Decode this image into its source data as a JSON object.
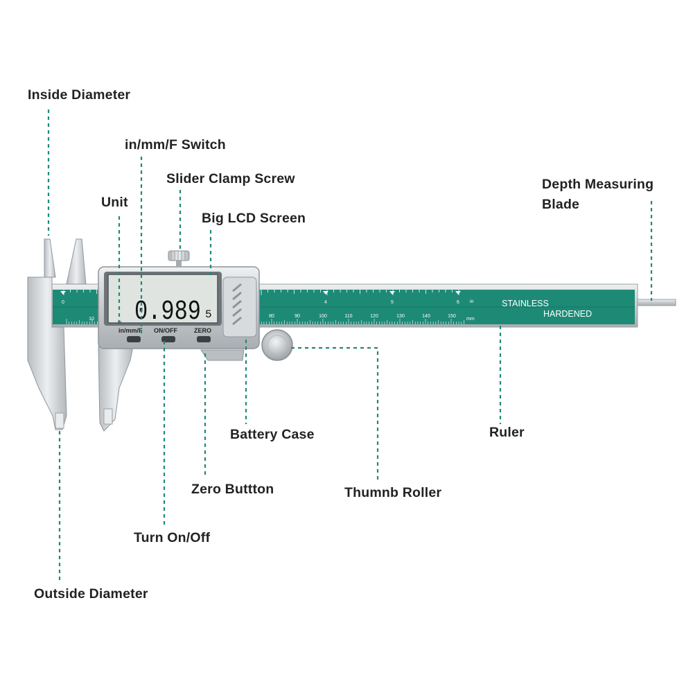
{
  "labels": {
    "inside_diameter": "Inside Diameter",
    "switch": "in/mm/F Switch",
    "clamp_screw": "Slider Clamp Screw",
    "unit": "Unit",
    "lcd_screen": "Big LCD Screen",
    "depth_blade_line1": "Depth Measuring",
    "depth_blade_line2": "Blade",
    "battery_case": "Battery Case",
    "ruler": "Ruler",
    "zero_button": "Zero Buttton",
    "thumb_roller": "Thumnb Roller",
    "turn_on_off": "Turn On/Off",
    "outside_diameter": "Outside Diameter"
  },
  "caliper": {
    "lcd_reading": "0.989",
    "lcd_fraction_mark": "5",
    "lcd_unit_mark": "in",
    "buttons": [
      "in/mm/F",
      "ON/OFF",
      "ZERO"
    ],
    "ruler_text_line1": "STAINLESS",
    "ruler_text_line2": "HARDENED",
    "inch_unit": "in",
    "mm_unit": "mm",
    "inch_marks": [
      "0",
      "4",
      "5",
      "6"
    ],
    "mm_marks": [
      "10",
      "80",
      "90",
      "100",
      "110",
      "120",
      "130",
      "140",
      "150"
    ]
  },
  "colors": {
    "ruler_green": "#1d8a76",
    "leader_line": "#1e8a78",
    "steel": "#c9ccce",
    "lcd_bg": "#dfe4e1"
  }
}
